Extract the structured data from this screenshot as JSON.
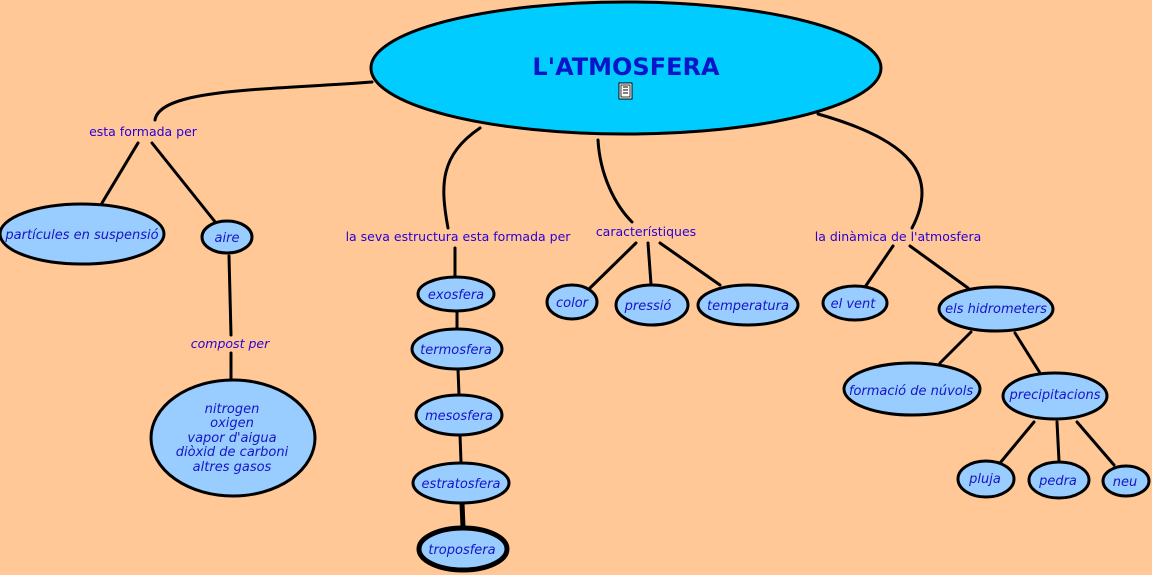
{
  "main_title": "L'ATMOSFERA",
  "icons": {
    "resource": "document-icon"
  },
  "colors": {
    "background": "#FFC896",
    "main_node": "#00CCFF",
    "node": "#99CCFF",
    "text": "#1515C8",
    "link_text": "#2A00D6"
  },
  "links": {
    "esta_formada_per": "esta formada per",
    "compost_per": "compost per",
    "estructura": "la seva estructura esta formada per",
    "caracteristiques": "característiques",
    "dinamica": "la dinàmica de l'atmosfera"
  },
  "nodes": {
    "particules": "partícules en suspensió",
    "aire": "aire",
    "composicio": [
      "nitrogen",
      "oxigen",
      "vapor d'aigua",
      "diòxid de carboni",
      "altres gasos"
    ],
    "exosfera": "exosfera",
    "termosfera": "termosfera",
    "mesosfera": "mesosfera",
    "estratosfera": "estratosfera",
    "troposfera": "troposfera",
    "color": "color",
    "pressio": "pressió",
    "temperatura": "temperatura",
    "el_vent": "el vent",
    "hidrometers": "els hidrometers",
    "formacio_nuvols": "formació de núvols",
    "precipitacions": "precipitacions",
    "pluja": "pluja",
    "pedra": "pedra",
    "neu": "neu"
  }
}
